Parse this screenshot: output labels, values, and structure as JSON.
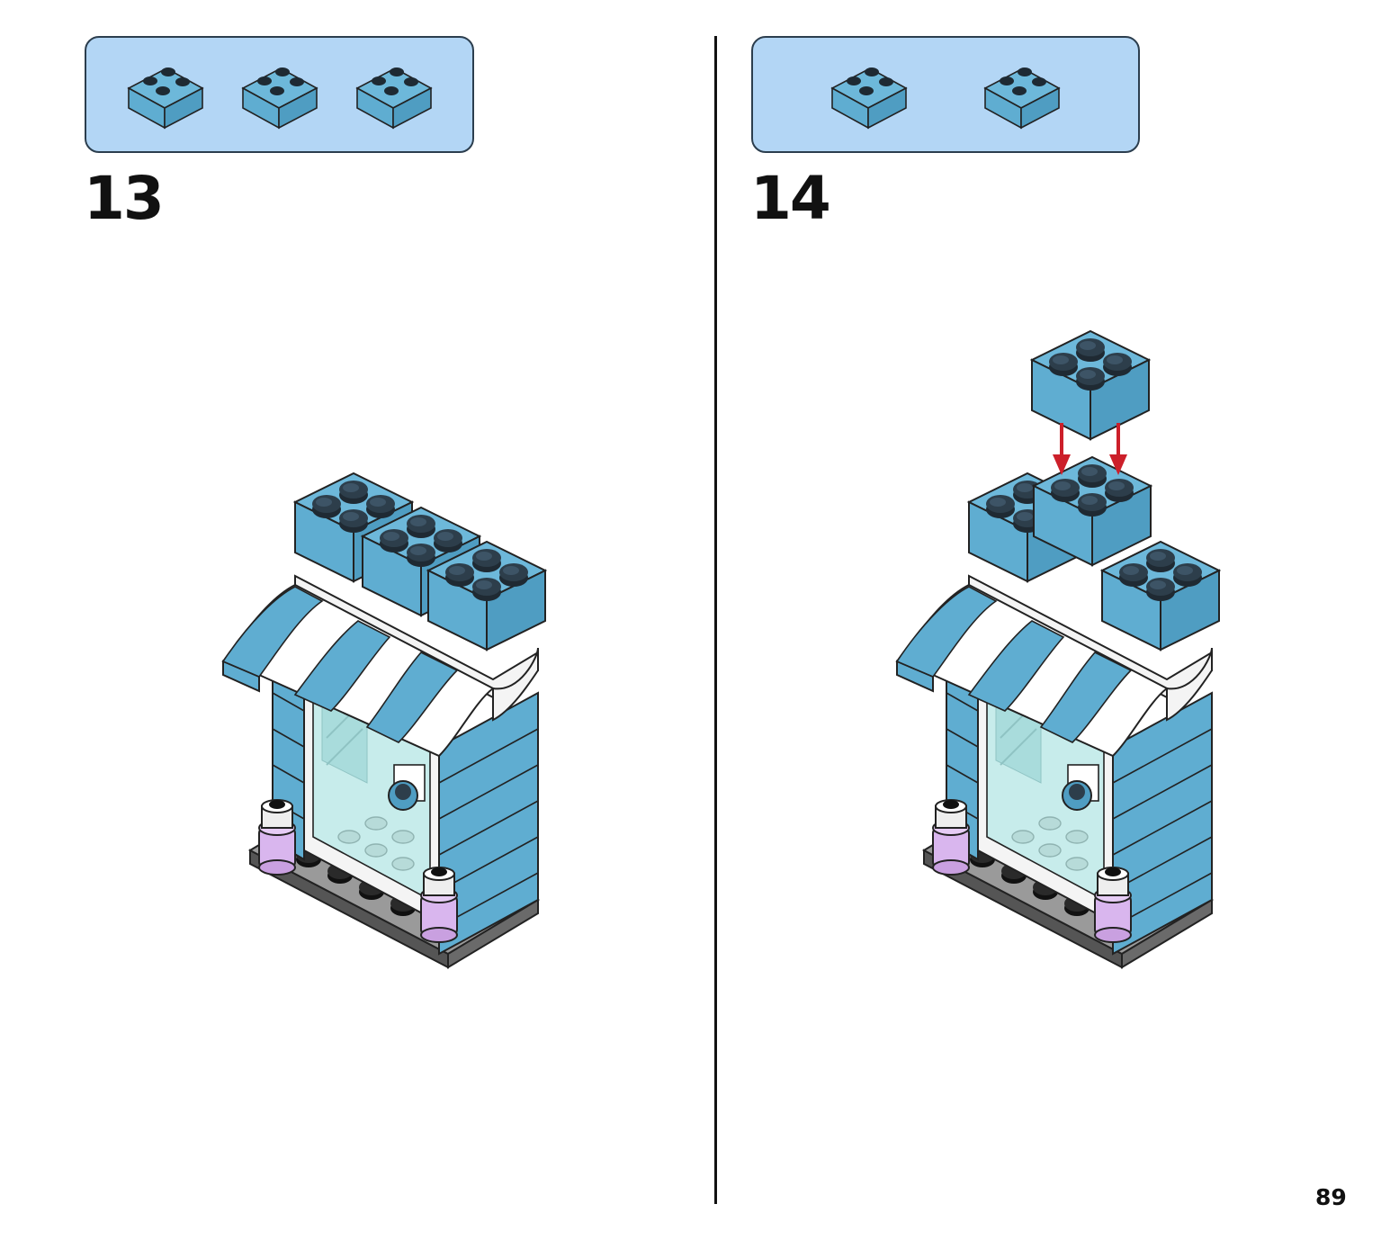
{
  "steps": [
    {
      "number": "13",
      "parts_count": 3,
      "part_icon": "brick-2x2-icon",
      "part_color": "#5fadd1"
    },
    {
      "number": "14",
      "parts_count": 2,
      "part_icon": "brick-2x2-icon",
      "part_color": "#5fadd1"
    }
  ],
  "page": {
    "number": "89"
  },
  "colors": {
    "brick": "#5fadd1",
    "brick_dark": "#4a94b8",
    "callout_bg": "#b3d6f5",
    "awning_white": "#ffffff",
    "glass": "#c7eceb",
    "base_plate": "#8f8f8f",
    "stud_dark": "#2a2a2a",
    "lamp_purple": "#d9b6ee",
    "arrow_red": "#cc1f2a"
  }
}
